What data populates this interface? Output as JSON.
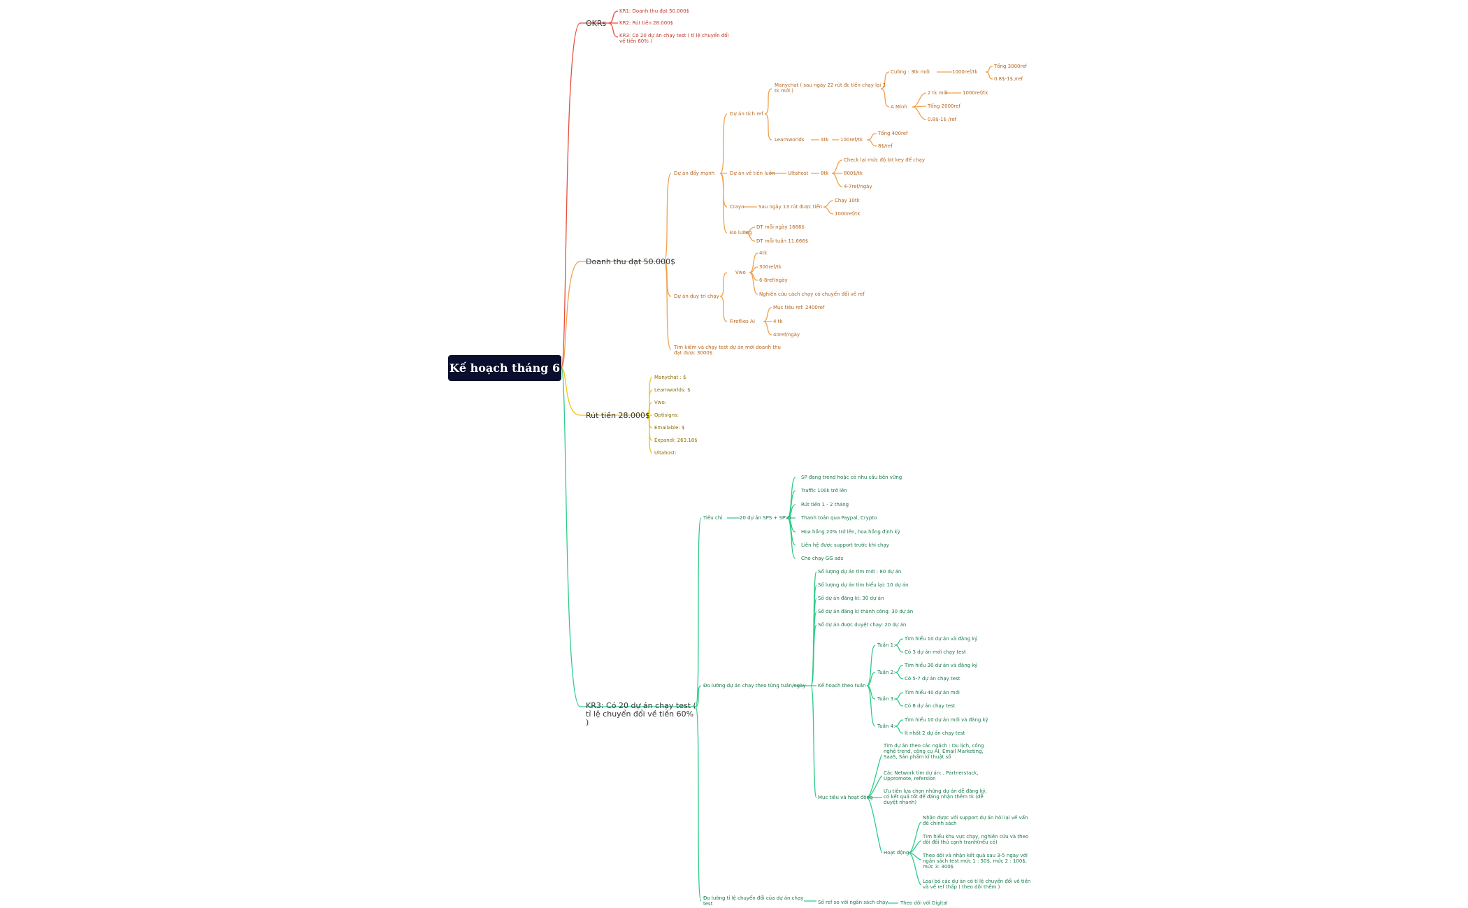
{
  "root": "Kế hoạch tháng 6",
  "colors": {
    "okr": "#e74c3c",
    "rev": "#f0a04b",
    "withdraw": "#f1c40f",
    "kr3": "#2ecc8a",
    "root_bg": "#0a0f2e"
  },
  "okrs": {
    "label": "OKRs",
    "kr1": "KR1: Doanh thu đạt 50.000$",
    "kr2": "KR2: Rút tiền 28.000$",
    "kr3": "KR3: Có 20 dự án chạy test ( tỉ lệ chuyển đổi về tiền 60% )"
  },
  "rev": {
    "label": "Doanh thu đạt 50.000$",
    "manh": "Dự án đẩy mạnh",
    "tichref": "Dự án tích ref",
    "manychat": "Manychat ( sau ngày 22 rút đc tiền chạy lại 3 tk mới )",
    "cuong": "Cường : 3tk mới",
    "c1000": "1000ref/tk",
    "tong3000": "Tổng 3000ref",
    "r085a": "0.8$-1$ /ref",
    "aminh": "A Minh",
    "m2tk": "2 tk mới",
    "m1000": "1000ref/tk",
    "tong2000": "Tổng 2000ref",
    "r085b": "0.8$-1$ /ref",
    "learnworlds": "Learnworlds",
    "lw4tk": "4tk",
    "lw100": "100ref/tk",
    "tong400": "Tổng 400ref",
    "r8": "8$/ref",
    "tienluon": "Dự án về tiền luôn",
    "ultahost": "Ultahost",
    "u8tk": "8tk",
    "checklai": "Check lại mức độ bit key để chạy",
    "u800": "800$/tk",
    "u4": "4-7ref/ngày",
    "crayo": "Crayo",
    "crayo13": "Sau ngày 13 rút được tiền",
    "chay10": "Chạy 10tk",
    "c1000ref": "1000ref/tk",
    "doluong": "Đo lường",
    "dtngay": "DT mỗi ngày 1666$",
    "dttuan": "DT mỗi tuần 11.666$",
    "duytri": "Dự án duy trì chạy",
    "vwo": "Vwo",
    "v4tk": "4tk",
    "v300": "300ref/tk",
    "v68": "6-8ref/ngày",
    "vnc": "Nghiên cứu cách chạy có chuyển đổi về ref",
    "fireflies": "Fireflies AI",
    "fmuctieu": "Mục tiêu ref: 2400ref",
    "f4tk": "4 tk",
    "f40": "40ref/ngày",
    "timkiem": "Tìm kiếm và chạy test dự án mới doanh thu đạt được 3000$"
  },
  "withdraw": {
    "label": "Rút tiền 28.000$",
    "items": [
      "Manychat : $",
      "Learnworlds: $",
      "Vwo:",
      "Optisigns:",
      "Emailable: $",
      "Expandi: 263.18$",
      "Ultahost:"
    ]
  },
  "kr3": {
    "label": "KR3: Có 20 dự án chạy test ( tỉ lệ chuyển đổi về tiền 60% )",
    "tieuchi": "Tiêu chí",
    "spspv": "20 dự án SPS + SPV1",
    "criteria": [
      "SP đang trend hoặc có nhu cầu bền vững",
      "Traffic 100k trở lên",
      "Rút tiền 1 - 2 tháng",
      "Thanh toán qua Paypal, Crypto",
      "Hoa hồng 20% trở lên, hoa hồng định kỳ",
      "Liên hệ được support trước khi chạy",
      "Cho chạy GG ads"
    ],
    "doluongngay": "Đo lường dự án chạy theo từng tuần/ngày",
    "metrics": [
      "Số lượng dự án tìm mới : 80 dự án",
      "Số lượng dự án tìm hiểu lại: 10 dự án",
      "Số dự án đăng kí: 30 dự án",
      "Số dự án đăng kí thành công: 30 dự án",
      "Số dự án được duyệt chạy: 20 dự án"
    ],
    "kehoach": "Kế hoạch theo tuần",
    "tuan1": "Tuần 1:",
    "t1a": "Tìm hiểu 10 dự án và đăng ký",
    "t1b": "Có 3 dự án mới chạy test",
    "tuan2": "Tuần 2:",
    "t2a": "Tìm hiểu 30 dự án và đăng ký",
    "t2b": "Có 5-7 dự án chạy test",
    "tuan3": "Tuần 3:",
    "t3a": "Tìm hiểu 40 dự án mới",
    "t3b": "Có 8 dự án chạy test",
    "tuan4": "Tuần 4:",
    "t4a": "Tìm hiểu 10 dự án mới và đăng ký",
    "t4b": "Ít nhất 2 dự án chạy test",
    "muctieuhd": "Mục tiêu và hoạt động",
    "mt1": "Tìm dự án theo các ngách : Du lịch, công nghệ trend, công cụ AI, Email Marketing, SaaS, Sản phẩm kĩ thuật số",
    "mt2": "Các Network tìm dự án: , Partnerstack, Uppromote, refersion",
    "mt3": "Ưu tiên lựa chọn những dự án dễ đăng ký, có kết quả tốt để đăng nhận thêm tk (dễ duyệt nhanh)",
    "hoatdong": "Hoạt động",
    "hd1": "Nhận được với support dự án hỏi lại về vấn đề chính sách",
    "hd2": "Tìm hiểu khu vực chạy, nghiên cứu và theo dõi đối thủ cạnh tranh(nếu có)",
    "hd3": "Theo dõi và nhận kết quả sau 3-5 ngày với ngân sách test mức 1 : 50$, mức 2 : 100$, mức 3: 300$",
    "hd4": "Loại bỏ các dự án có tỉ lệ chuyển đổi về tiền và về ref thấp ( theo dõi thêm )",
    "doluongtile": "Đo lường tỉ lệ chuyển đổi của dự án chạy test",
    "soref": "Số ref so với ngân sách chạy",
    "theodoi": "Theo dõi với Digital"
  }
}
